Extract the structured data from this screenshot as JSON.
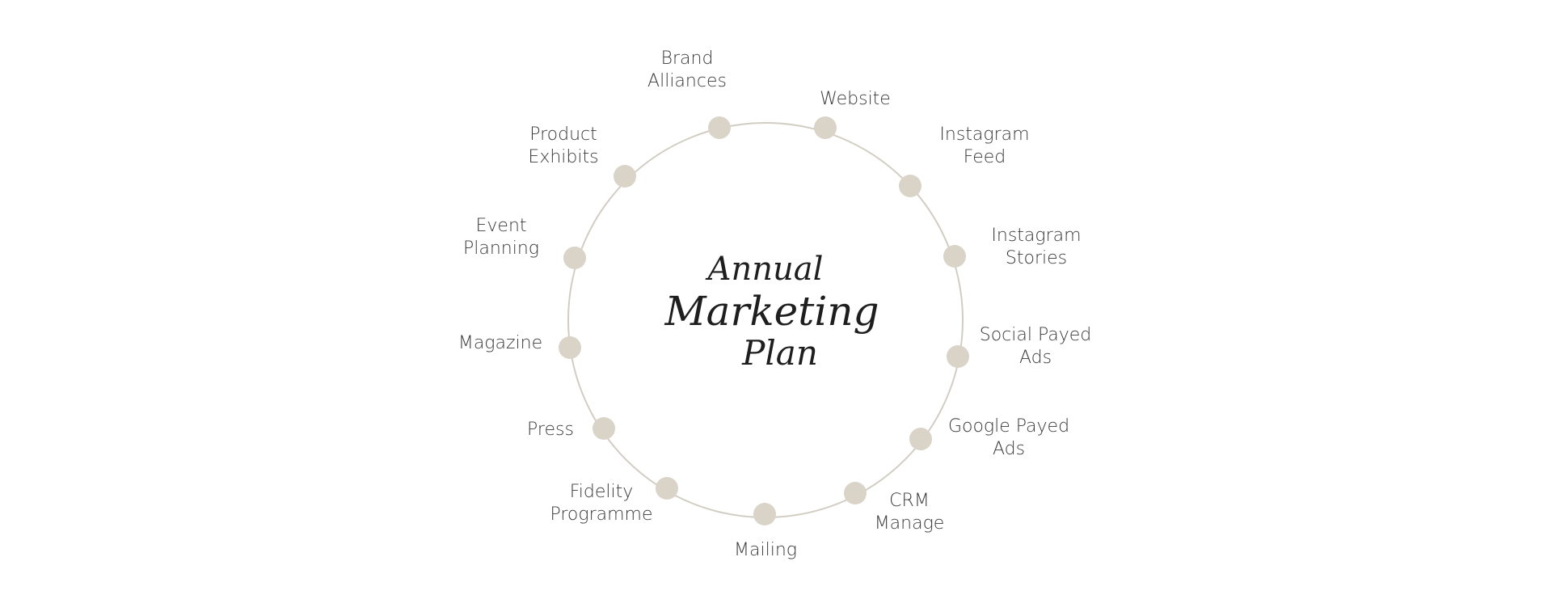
{
  "center": {
    "line1": "Annual",
    "line2": "Marketing",
    "line3": "Plan"
  },
  "nodes": [
    {
      "id": "brand-alliances",
      "label": [
        "Brand",
        "Alliances"
      ]
    },
    {
      "id": "website",
      "label": [
        "Website"
      ]
    },
    {
      "id": "instagram-feed",
      "label": [
        "Instagram",
        "Feed"
      ]
    },
    {
      "id": "instagram-stories",
      "label": [
        "Instagram",
        "Stories"
      ]
    },
    {
      "id": "social-payed-ads",
      "label": [
        "Social Payed",
        "Ads"
      ]
    },
    {
      "id": "google-payed-ads",
      "label": [
        "Google Payed",
        "Ads"
      ]
    },
    {
      "id": "crm-manage",
      "label": [
        "CRM",
        "Manage"
      ]
    },
    {
      "id": "mailing",
      "label": [
        "Mailing"
      ]
    },
    {
      "id": "fidelity-programme",
      "label": [
        "Fidelity",
        "Programme"
      ]
    },
    {
      "id": "press",
      "label": [
        "Press"
      ]
    },
    {
      "id": "magazine",
      "label": [
        "Magazine"
      ]
    },
    {
      "id": "event-planning",
      "label": [
        "Event",
        "Planning"
      ]
    },
    {
      "id": "product-exhibits",
      "label": [
        "Product",
        "Exhibits"
      ]
    }
  ],
  "colors": {
    "ring": "#d2cdc3",
    "dot": "#d9d3c8",
    "label": "#3a3a3a",
    "title": "#1e1e1e"
  }
}
